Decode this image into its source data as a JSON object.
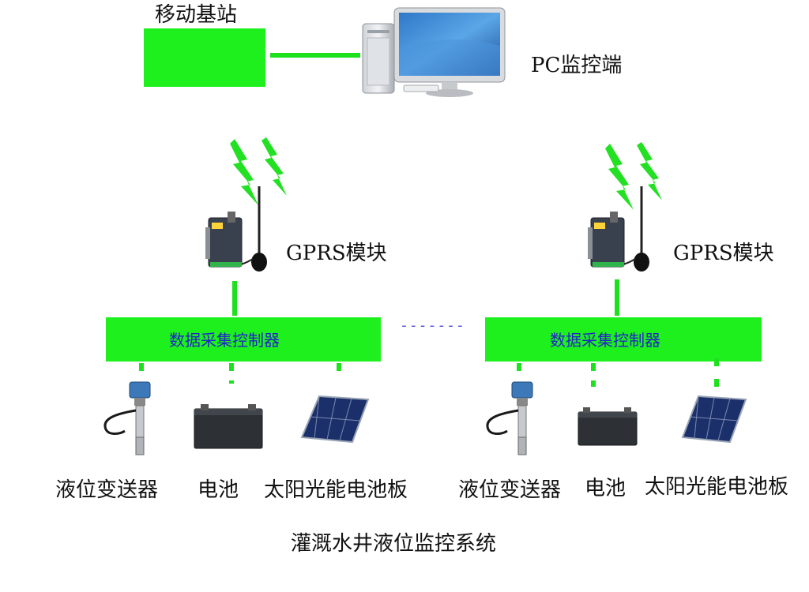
{
  "base_station": {
    "label": "移动基站",
    "color": "#1ef01e"
  },
  "pc": {
    "label": "PC监控端"
  },
  "nodes": [
    {
      "gprs_label": "GPRS模块",
      "controller_label": "数据采集控制器",
      "devices": [
        "液位变送器",
        "电池",
        "太阳光能电池板"
      ]
    },
    {
      "gprs_label": "GPRS模块",
      "controller_label": "数据采集控制器",
      "devices": [
        "液位变送器",
        "电池",
        "太阳光能电池板"
      ]
    }
  ],
  "separator": "-------",
  "caption": "灌溉水井液位监控系统"
}
